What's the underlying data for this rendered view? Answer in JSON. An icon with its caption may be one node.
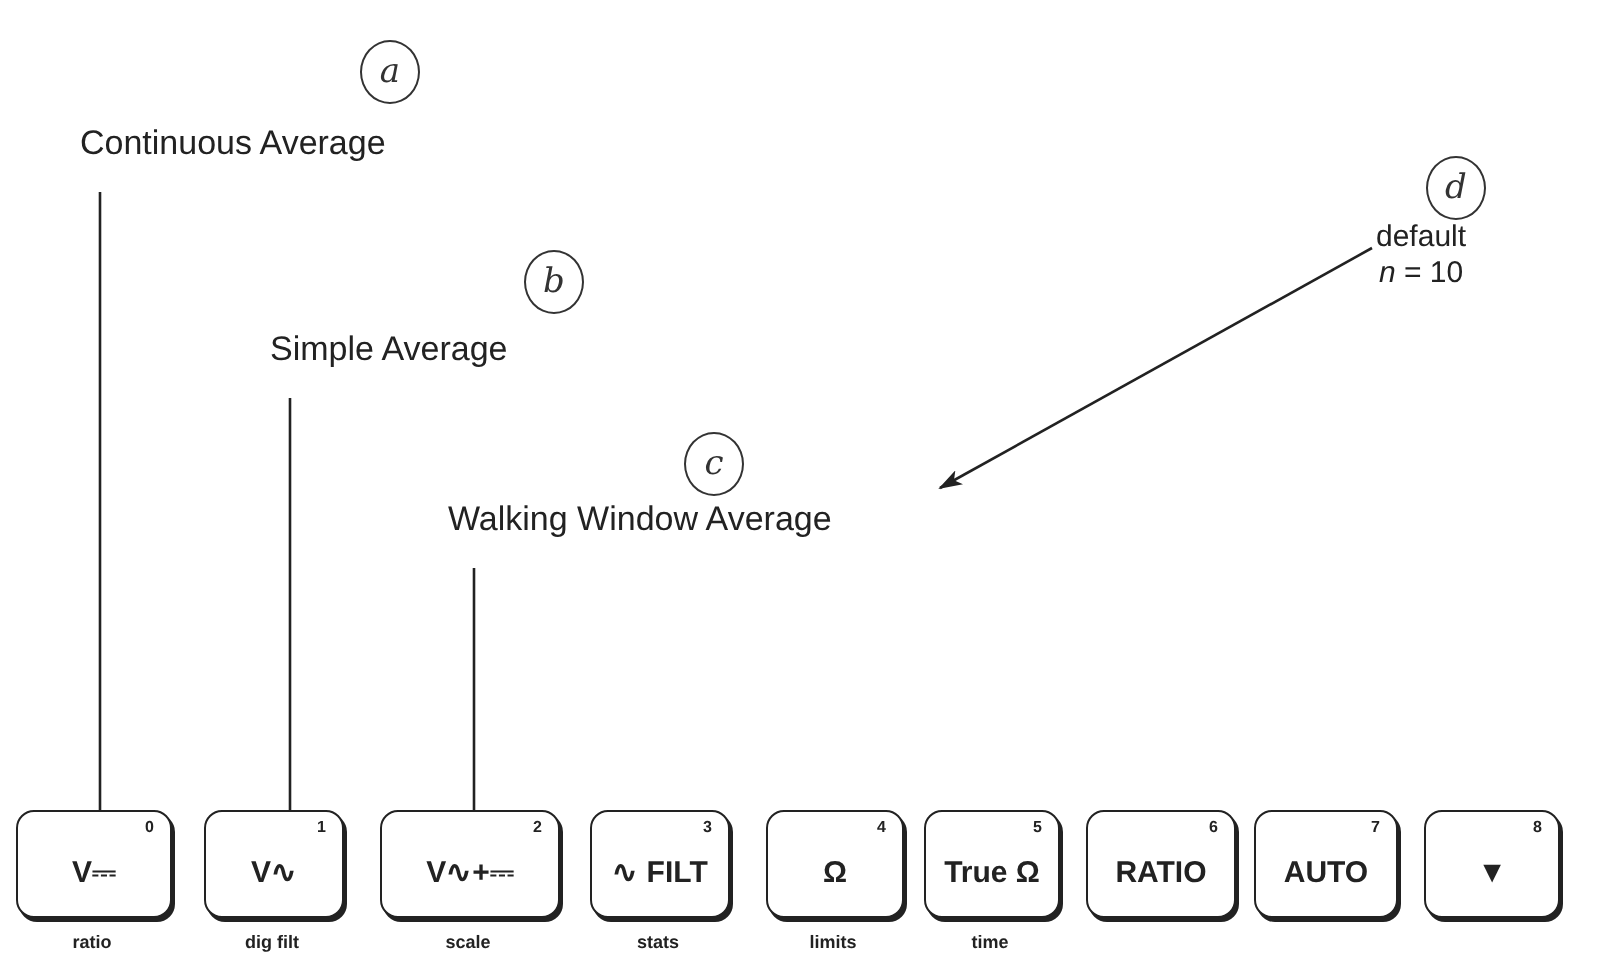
{
  "diagram": {
    "nodes": [
      {
        "text": [
          "Continuous Average"
        ],
        "beside": [
          "a"
        ]
      },
      {
        "text": [
          "Simple Average"
        ],
        "beside": [
          "b"
        ]
      },
      {
        "text": [
          "Walking Window Average"
        ],
        "beside": [
          "c"
        ]
      },
      {
        "text": [
          "default",
          "*n* = 10"
        ],
        "beside": [
          "d"
        ]
      },
      {
        "text": [
          "0",
          "V⎓"
        ],
        "beside": [
          "ratio"
        ]
      },
      {
        "text": [
          "1",
          "V∿"
        ],
        "beside": [
          "dig filt"
        ]
      },
      {
        "text": [
          "2",
          "V∿+⎓"
        ],
        "beside": [
          "scale"
        ]
      },
      {
        "text": [
          "3",
          "∿ FILT"
        ],
        "beside": [
          "stats"
        ]
      },
      {
        "text": [
          "4",
          "Ω"
        ],
        "beside": [
          "limits"
        ]
      },
      {
        "text": [
          "5",
          "True Ω"
        ],
        "beside": [
          "time"
        ]
      },
      {
        "text": [
          "6",
          "RATIO"
        ]
      },
      {
        "text": [
          "7",
          "AUTO"
        ]
      },
      {
        "text": [
          "8",
          "▼"
        ]
      }
    ],
    "edges": [
      {
        "from": 0,
        "to": 4,
        "arrow": "none"
      },
      {
        "from": 1,
        "to": 5,
        "arrow": "none"
      },
      {
        "from": 2,
        "to": 6,
        "arrow": "none"
      },
      {
        "from": 3,
        "to": 2,
        "arrow": "to"
      }
    ]
  }
}
